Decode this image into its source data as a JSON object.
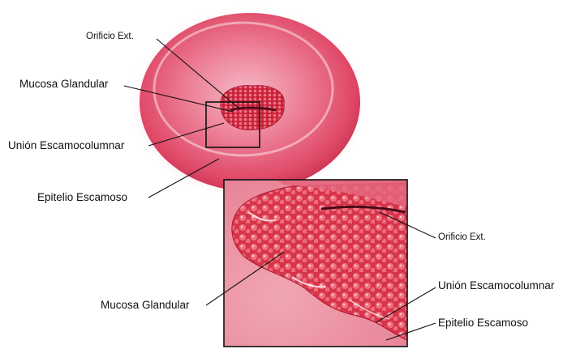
{
  "labels_main": {
    "orificio_ext": "Orificio Ext.",
    "mucosa_glandular": "Mucosa Glandular",
    "union_escamocolumnar": "Unión Escamocolumnar",
    "epitelio_escamoso": "Epitelio Escamoso"
  },
  "labels_inset": {
    "orificio_ext": "Orificio Ext.",
    "mucosa_glandular": "Mucosa Glandular",
    "union_escamocolumnar": "Unión Escamocolumnar",
    "epitelio_escamoso": "Epitelio Escamoso"
  },
  "colors": {
    "tissue_pink": "#e8506a",
    "tissue_dark": "#c8284a",
    "glandular_red": "#d0283c",
    "highlight": "#fbe2e8"
  }
}
